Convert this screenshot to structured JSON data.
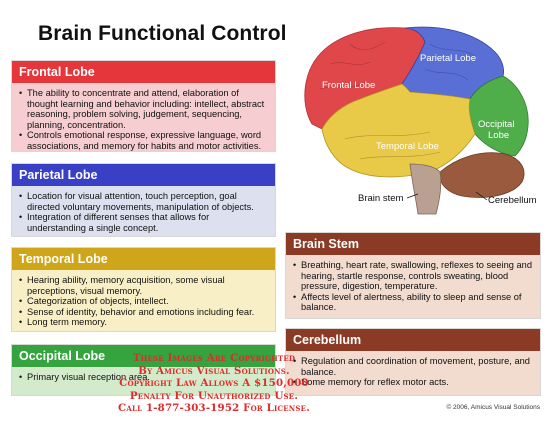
{
  "title": "Brain Functional Control",
  "sections": {
    "frontal": {
      "heading": "Frontal Lobe",
      "items": [
        "The ability to concentrate and attend, elaboration of thought learning and behavior including: intellect, abstract reasoning, problem solving, judgement, sequencing, planning, concentration.",
        "Controls emotional response, expressive language, word associations, and memory for habits and motor activities."
      ]
    },
    "parietal": {
      "heading": "Parietal Lobe",
      "items": [
        "Location for visual attention, touch perception, goal directed voluntary movements, manipulation of objects.",
        "Integration of different senses that allows for understanding a single concept."
      ]
    },
    "temporal": {
      "heading": "Temporal Lobe",
      "items": [
        "Hearing ability, memory acquisition, some visual perceptions, visual memory.",
        "Categorization of objects, intellect.",
        "Sense of identity, behavior and emotions including fear.",
        "Long term memory."
      ]
    },
    "occipital": {
      "heading": "Occipital Lobe",
      "items": [
        "Primary visual reception area."
      ]
    },
    "brainstem": {
      "heading": "Brain Stem",
      "items": [
        "Breathing, heart rate, swallowing, reflexes to seeing and hearing, startle response, controls sweating, blood pressure, digestion, temperature.",
        "Affects level of alertness, ability to sleep and sense of balance."
      ]
    },
    "cerebellum": {
      "heading": "Cerebellum",
      "items": [
        "Regulation and coordination of movement, posture, and balance.",
        "Some memory for reflex motor acts."
      ]
    }
  },
  "diagram_labels": {
    "frontal": "Frontal Lobe",
    "parietal": "Parietal Lobe",
    "occipital_1": "Occipital",
    "occipital_2": "Lobe",
    "temporal": "Temporal Lobe",
    "brain_stem": "Brain stem",
    "cerebellum": "Cerebellum"
  },
  "colors": {
    "frontal": "#e4363b",
    "parietal": "#3a40c5",
    "temporal": "#cfa51a",
    "occipital": "#35a33e",
    "brainstem_cerebellum": "#8b3b25"
  },
  "watermark": [
    "These Images Are Copyrighted",
    "By Amicus Visual Solutions.",
    "Copyright Law Allows A $150,000",
    "Penalty For Unauthorized Use.",
    "Call 1-877-303-1952 For License."
  ],
  "copyright": "© 2006, Amicus Visual Solutions"
}
